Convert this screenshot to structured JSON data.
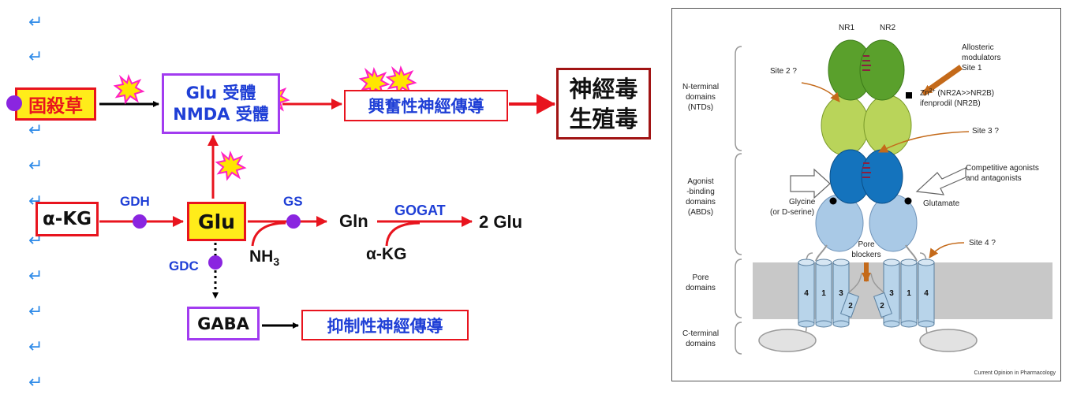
{
  "left": {
    "return_symbol": "↵",
    "nodes": {
      "herbicide": "固殺草",
      "receptor_line1": "Glu 受體",
      "receptor_line2": "NMDA 受體",
      "excitatory": "興奮性神經傳導",
      "toxicity_line1": "神經毒",
      "toxicity_line2": "生殖毒",
      "akg_box": "α-KG",
      "glu_box": "Glu",
      "gaba_box": "GABA",
      "inhibitory": "抑制性神經傳導"
    },
    "labels": {
      "gdh": "GDH",
      "gs": "GS",
      "gln": "Gln",
      "gogat": "GOGAT",
      "two_glu": "2 Glu",
      "nh3": "NH",
      "nh3_sub": "3",
      "akg_text": "α-KG",
      "gdc": "GDC"
    }
  },
  "right": {
    "subunits": [
      "NR1",
      "NR2"
    ],
    "domains": [
      "N-terminal domains (NTDs)",
      "Agonist -binding domains (ABDs)",
      "Pore domains",
      "C-terminal domains"
    ],
    "domain_lines": [
      [
        "N-terminal",
        "domains",
        "(NTDs)"
      ],
      [
        "Agonist",
        "-binding",
        "domains",
        "(ABDs)"
      ],
      [
        "Pore",
        "domains"
      ],
      [
        "C-terminal",
        "domains"
      ]
    ],
    "annotations": {
      "allosteric": [
        "Allosteric",
        "modulators",
        "Site 1"
      ],
      "site2": "Site 2 ?",
      "zn_main": "Zn",
      "zn_sup": "2+",
      "zn_rest": " (NR2A>>NR2B)",
      "ifenprodil": "ifenprodil (NR2B)",
      "site3": "Site 3 ?",
      "competitive": [
        "Competitive agonists",
        "and antagonists"
      ],
      "glycine": [
        "Glycine",
        "(or D-serine)"
      ],
      "glutamate": "Glutamate",
      "pore_blockers": [
        "Pore",
        "blockers"
      ],
      "site4": "Site 4 ?",
      "helices_left": [
        "4",
        "1",
        "3",
        "2"
      ],
      "helices_right": [
        "3",
        "1",
        "4",
        "2"
      ],
      "credit": "Current Opinion in Pharmacology"
    },
    "colors": {
      "ntd_upper": "#5aa02c",
      "ntd_lower": "#b9d45a",
      "abd_upper": "#1473bd",
      "abd_lower": "#a9c9e6",
      "membrane": "#c8c8c8",
      "arrow_orange": "#c46a1a"
    }
  }
}
